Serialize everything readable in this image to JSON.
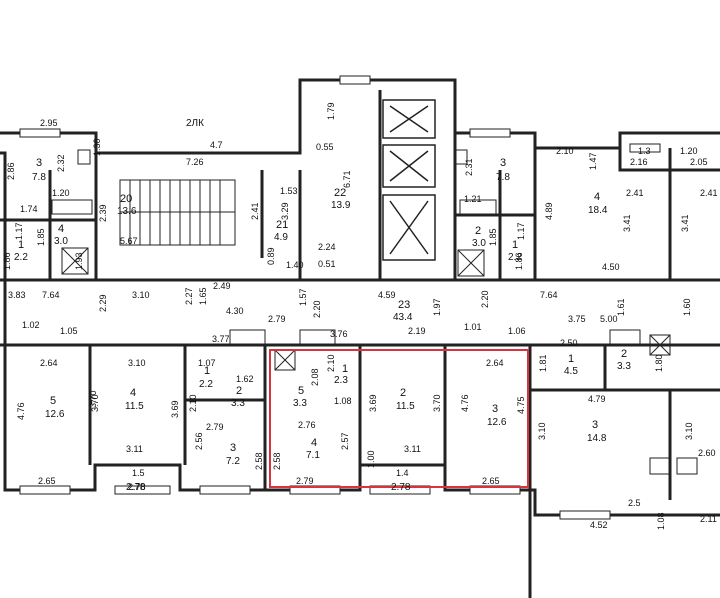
{
  "corridor_label": "2ЛК",
  "top_dims": [
    "2.95",
    "4.7",
    "7.26",
    "1.30",
    "2.10",
    "1.47",
    "1.3",
    "1.20",
    "2.16",
    "2.05"
  ],
  "rooms": [
    {
      "id": "r-3-tl",
      "num": "3",
      "area": "7.8"
    },
    {
      "id": "r-4-tl",
      "num": "4",
      "area": "3.0"
    },
    {
      "id": "r-1-tl",
      "num": "1",
      "area": "2.2"
    },
    {
      "id": "r-20",
      "num": "20",
      "area": "13.6"
    },
    {
      "id": "r-21",
      "num": "21",
      "area": "4.9"
    },
    {
      "id": "r-22",
      "num": "22",
      "area": "13.9"
    },
    {
      "id": "r-23",
      "num": "23",
      "area": "43.4"
    },
    {
      "id": "r-3-tr",
      "num": "3",
      "area": "7.8"
    },
    {
      "id": "r-2-tr",
      "num": "2",
      "area": "3.0"
    },
    {
      "id": "r-1-tr",
      "num": "1",
      "area": "2.2"
    },
    {
      "id": "r-4-tr",
      "num": "4",
      "area": "18.4"
    },
    {
      "id": "r-5-bl",
      "num": "5",
      "area": "12.6"
    },
    {
      "id": "r-4-bl",
      "num": "4",
      "area": "11.5"
    },
    {
      "id": "r-1-mid",
      "num": "1",
      "area": "2.2"
    },
    {
      "id": "r-2-mid",
      "num": "2",
      "area": "3.3"
    },
    {
      "id": "r-3-mid",
      "num": "3",
      "area": "7.2"
    },
    {
      "id": "r-5-mid",
      "num": "5",
      "area": "3.3"
    },
    {
      "id": "r-4-mid",
      "num": "4",
      "area": "7.1"
    },
    {
      "id": "r-1-sel",
      "num": "1",
      "area": "2.3"
    },
    {
      "id": "r-2-sel",
      "num": "2",
      "area": "11.5"
    },
    {
      "id": "r-3-sel",
      "num": "3",
      "area": "12.6"
    },
    {
      "id": "r-1-br",
      "num": "1",
      "area": "4.5"
    },
    {
      "id": "r-2-br",
      "num": "2",
      "area": "3.3"
    },
    {
      "id": "r-3-br",
      "num": "3",
      "area": "14.8"
    },
    {
      "id": "r-15-bl",
      "num": "1.5",
      "area": "2.78"
    },
    {
      "id": "r-14-sel",
      "num": "1.4",
      "area": "2.78"
    }
  ],
  "dims": [
    "2.86",
    "2.32",
    "1.74",
    "1.20",
    "1.17",
    "1.85",
    "1.86",
    "3.83",
    "7.64",
    "3.10",
    "1.02",
    "1.05",
    "2.29",
    "1.93",
    "2.39",
    "5.67",
    "2.41",
    "1.53",
    "3.29",
    "0.89",
    "1.40",
    "2.49",
    "2.27",
    "1.65",
    "4.30",
    "1.57",
    "2.79",
    "3.77",
    "1.79",
    "0.55",
    "6.71",
    "2.24",
    "0.51",
    "4.59",
    "2.20",
    "1.97",
    "2.19",
    "3.76",
    "1.01",
    "1.06",
    "3.70",
    "2.20",
    "7.64",
    "1.61",
    "1.60",
    "3.41",
    "3.41",
    "4.89",
    "4.50",
    "2.41",
    "2.41",
    "2.31",
    "1.21",
    "1.17",
    "1.85",
    "1.86",
    "2.64",
    "3.10",
    "4.76",
    "3.70",
    "3.69",
    "2.65",
    "3.11",
    "2.78",
    "2.10",
    "1.07",
    "1.62",
    "2.79",
    "2.56",
    "2.58",
    "2.08",
    "2.10",
    "1.08",
    "2.76",
    "2.57",
    "2.58",
    "2.79",
    "3.69",
    "3.70",
    "3.11",
    "2.64",
    "4.76",
    "4.75",
    "1.00",
    "2.65",
    "3.75",
    "5.00",
    "2.50",
    "1.81",
    "1.80",
    "4.79",
    "3.10",
    "3.10",
    "2.60",
    "2.5",
    "4.52",
    "1.08",
    "2.11"
  ],
  "colors": {
    "walls": "#222222",
    "highlight": "#d9333f",
    "background": "#ffffff"
  }
}
